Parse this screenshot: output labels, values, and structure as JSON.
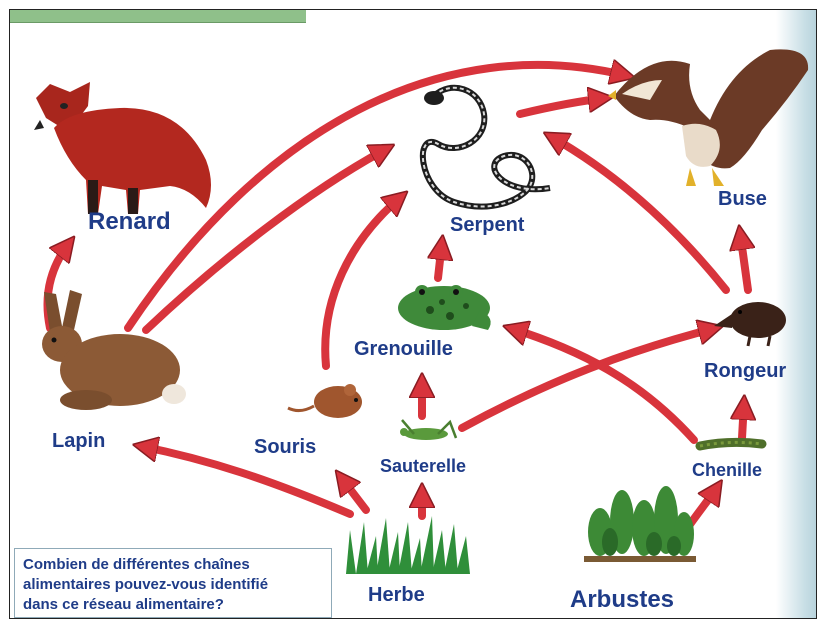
{
  "labels": {
    "renard": "Renard",
    "serpent": "Serpent",
    "buse": "Buse",
    "lapin": "Lapin",
    "grenouille": "Grenouille",
    "rongeur": "Rongeur",
    "souris": "Souris",
    "sauterelle": "Sauterelle",
    "chenille": "Chenille",
    "herbe": "Herbe",
    "arbustes": "Arbustes"
  },
  "question": {
    "line1": "Combien de différentes chaînes",
    "line2": "alimentaires pouvez-vous identifié",
    "line3": "dans ce réseau alimentaire?"
  },
  "colors": {
    "label_text": "#1f3c88",
    "arrow": "#d8343c",
    "tab_strip": "#8fc08a"
  },
  "icons": [
    "fox",
    "snake",
    "eagle",
    "rabbit",
    "frog",
    "rodent",
    "mouse",
    "grasshopper",
    "caterpillar",
    "grass",
    "shrubs"
  ]
}
